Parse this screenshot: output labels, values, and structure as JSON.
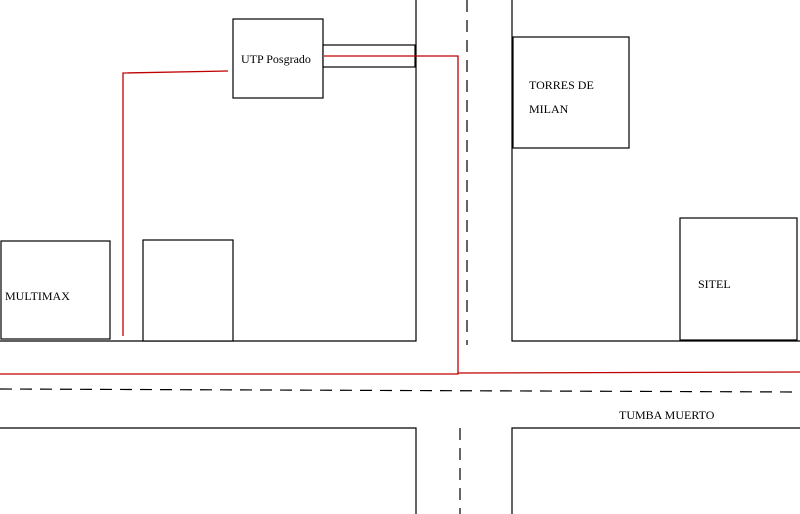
{
  "labels": {
    "utp": "UTP Posgrado",
    "torres_line1": "TORRES DE",
    "torres_line2": "MILAN",
    "multimax": "MULTIMAX",
    "sitel": "SITEL",
    "street": "TUMBA MUERTO"
  },
  "colors": {
    "route": "#c00000",
    "outline": "#000000",
    "background": "#ffffff"
  }
}
